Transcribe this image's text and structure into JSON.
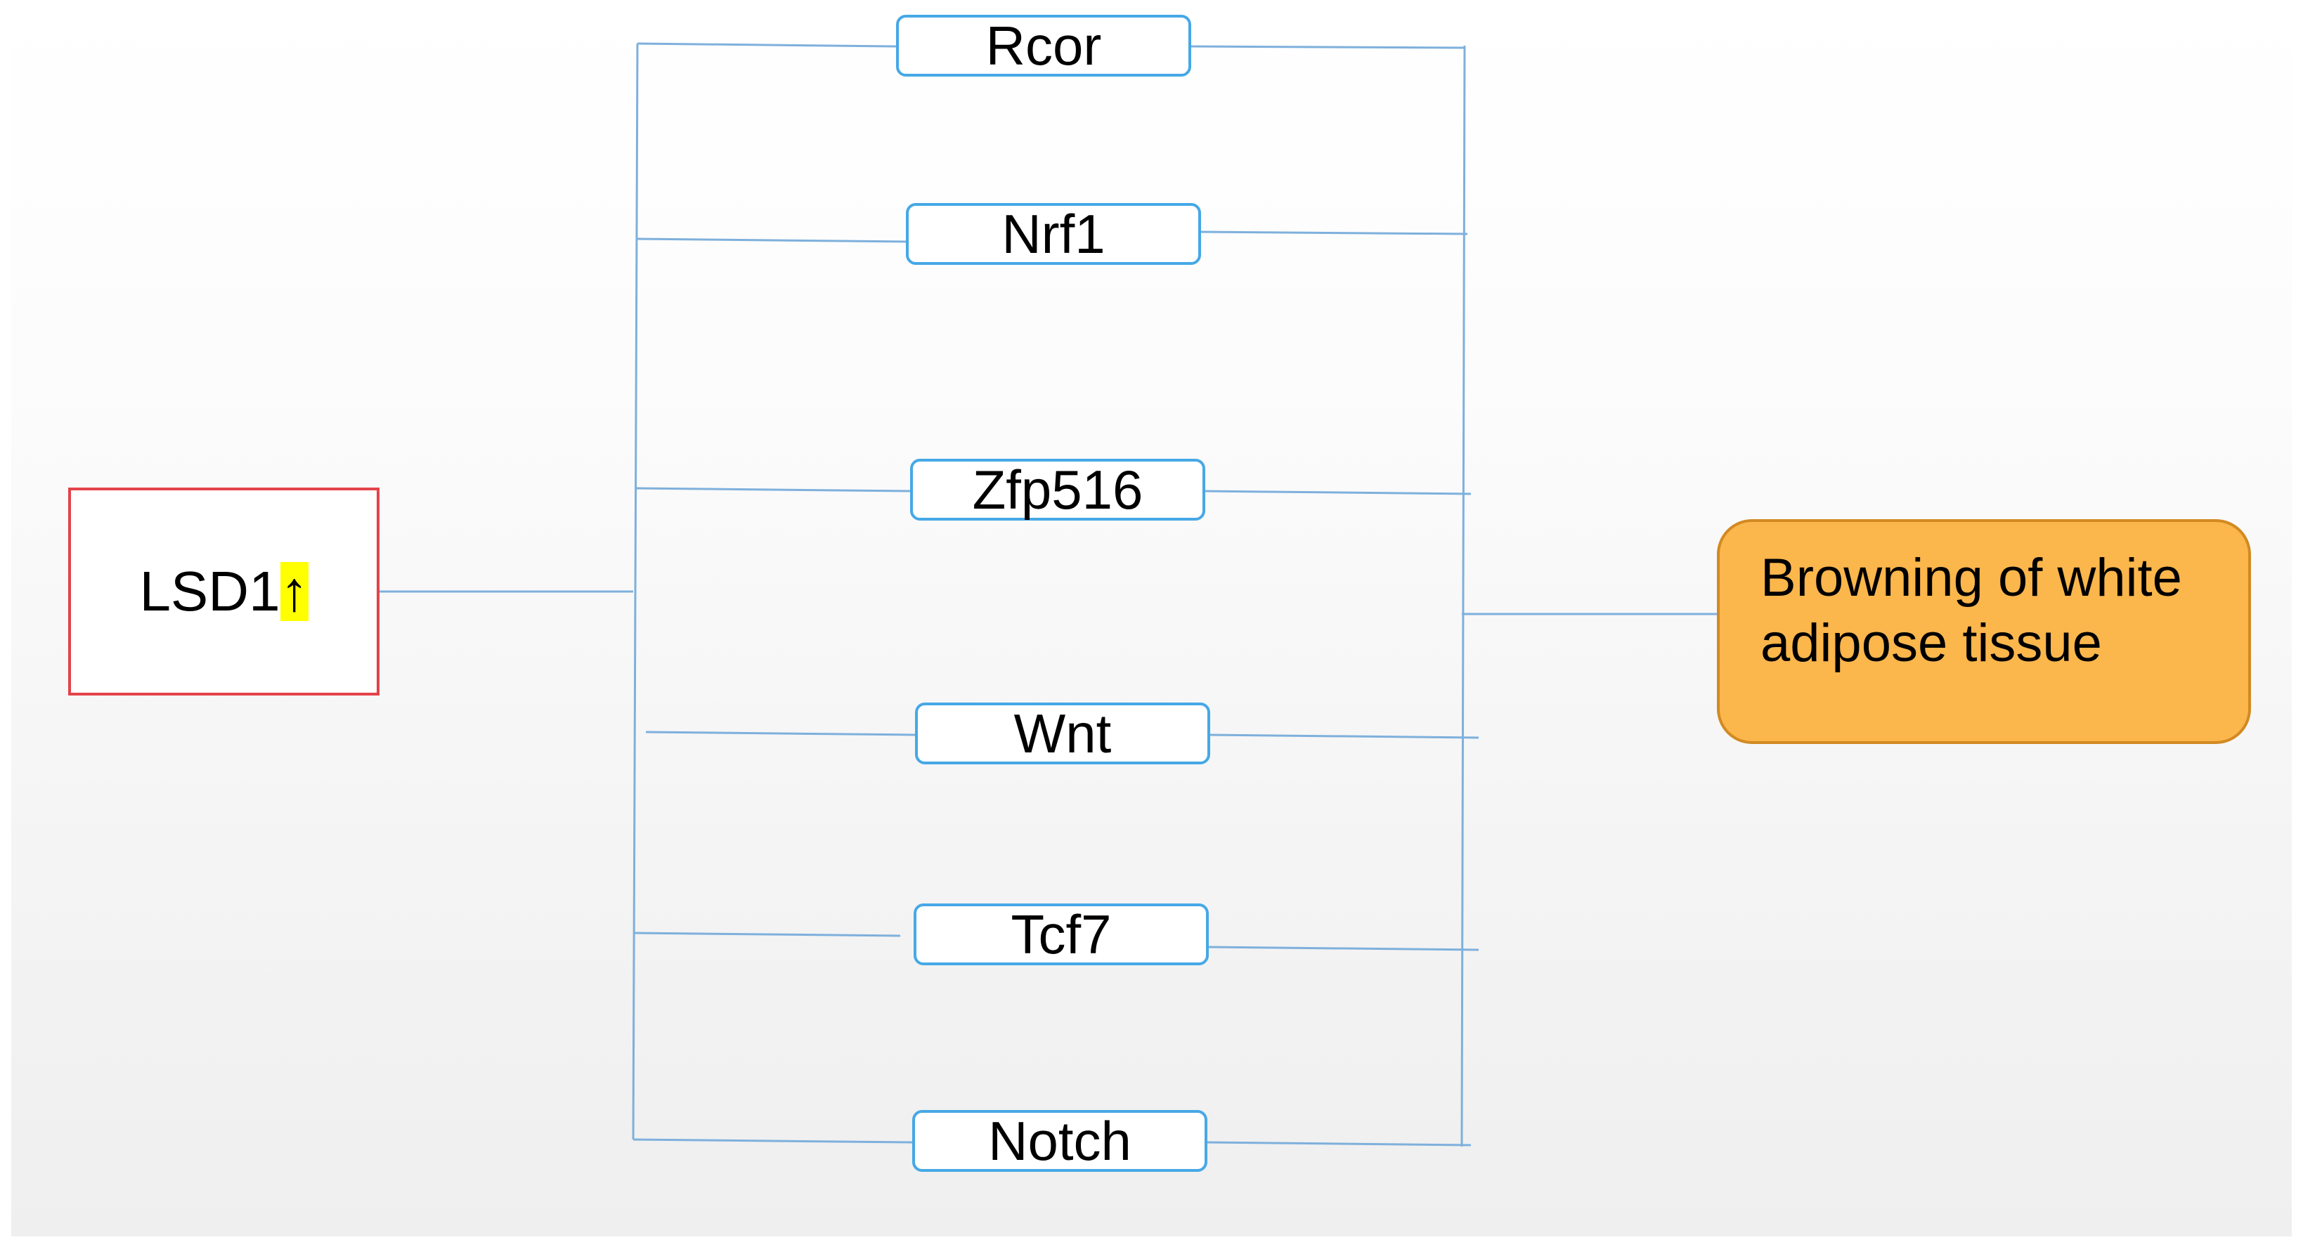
{
  "source": {
    "label": "LSD1",
    "arrow": "↑",
    "colors": {
      "border": "#e3434a",
      "highlight": "#ffff00"
    }
  },
  "mediators": [
    {
      "label": "Rcor"
    },
    {
      "label": "Nrf1"
    },
    {
      "label": "Zfp516"
    },
    {
      "label": "Wnt"
    },
    {
      "label": "Tcf7"
    },
    {
      "label": "Notch"
    }
  ],
  "target": {
    "label": "Browning of white adipose tissue",
    "colors": {
      "fill": "#fbb64c",
      "border": "#d28a22"
    }
  },
  "colors": {
    "connector": "#7eb0dc",
    "mediator_border": "#46a8e6"
  }
}
